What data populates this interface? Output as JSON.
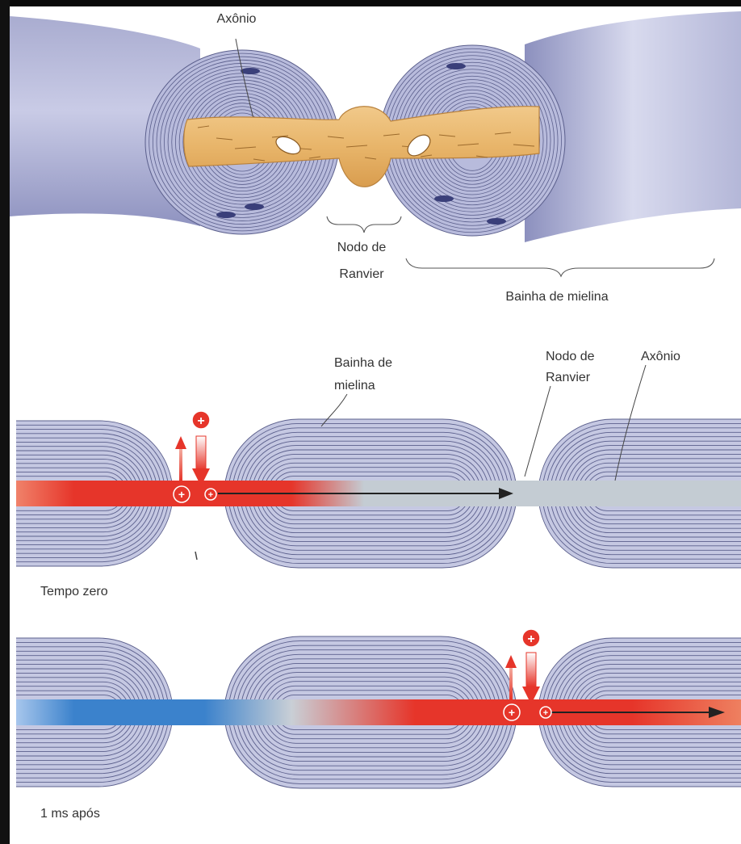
{
  "top_panel": {
    "axon_label": "Axônio",
    "node_label_line1": "Nodo de",
    "node_label_line2": "Ranvier",
    "sheath_label": "Bainha de mielina"
  },
  "middle_panel": {
    "sheath_label_line1": "Bainha de",
    "sheath_label_line2": "mielina",
    "node_label_line1": "Nodo de",
    "node_label_line2": "Ranvier",
    "axon_label": "Axônio",
    "caption": "Tempo zero"
  },
  "bottom_panel": {
    "caption": "1 ms após"
  },
  "symbols": {
    "plus": "+"
  },
  "colors": {
    "myelin_fill": "#c5c8e2",
    "myelin_line": "#5b5f8c",
    "axon_top": "#e7b468",
    "depolarized": "#e6352a",
    "resting": "#c4ccd3",
    "repolarized": "#3b82cc",
    "arrow": "#222222"
  }
}
